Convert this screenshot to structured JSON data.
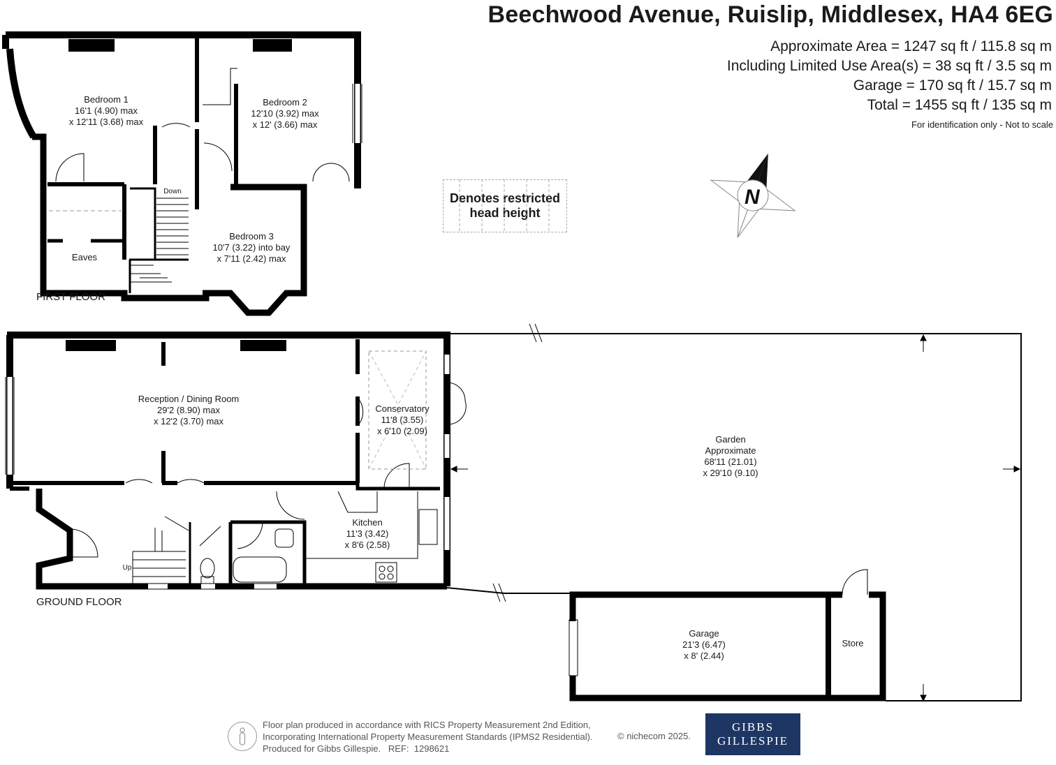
{
  "title": "Beechwood Avenue, Ruislip, Middlesex, HA4 6EG",
  "areas": [
    "Approximate Area = 1247 sq ft / 115.8 sq m",
    "Including Limited Use Area(s) = 38 sq ft / 3.5 sq m",
    "Garage = 170 sq ft / 15.7 sq m",
    "Total = 1455 sq ft / 135 sq m"
  ],
  "identification": "For identification only - Not to scale",
  "restricted": [
    "Denotes restricted",
    "head height"
  ],
  "compass": "N",
  "floors": {
    "first": "FIRST FLOOR",
    "ground": "GROUND FLOOR"
  },
  "rooms": {
    "bedroom1": [
      "Bedroom 1",
      "16'1 (4.90) max",
      "x 12'11 (3.68) max"
    ],
    "bedroom2": [
      "Bedroom 2",
      "12'10 (3.92) max",
      "x 12' (3.66)  max"
    ],
    "bedroom3": [
      "Bedroom 3",
      "10'7 (3.22) into bay",
      "x 7'11 (2.42) max"
    ],
    "eaves": "Eaves",
    "down": "Down",
    "up": "Up",
    "reception": [
      "Reception / Dining Room",
      "29'2 (8.90) max",
      "x 12'2 (3.70) max"
    ],
    "conservatory": [
      "Conservatory",
      "11'8 (3.55)",
      "x 6'10 (2.09)"
    ],
    "kitchen": [
      "Kitchen",
      "11'3 (3.42)",
      "x 8'6 (2.58)"
    ],
    "garden": [
      "Garden",
      "Approximate",
      "68'11 (21.01)",
      "x 29'10 (9.10)"
    ],
    "garage": [
      "Garage",
      "21'3 (6.47)",
      "x 8' (2.44)"
    ],
    "store": "Store"
  },
  "footer": [
    "Floor plan produced in accordance with RICS Property Measurement 2nd Edition,",
    "Incorporating International Property Measurement Standards (IPMS2 Residential).",
    "Produced for Gibbs Gillespie.   REF:  1298621"
  ],
  "copyright": "© nichecom 2025.",
  "logo": [
    "GIBBS",
    "GILLESPIE"
  ],
  "colors": {
    "wall": "#000000",
    "logo_bg": "#1d3663",
    "restricted_border": "#aaaaaa"
  }
}
